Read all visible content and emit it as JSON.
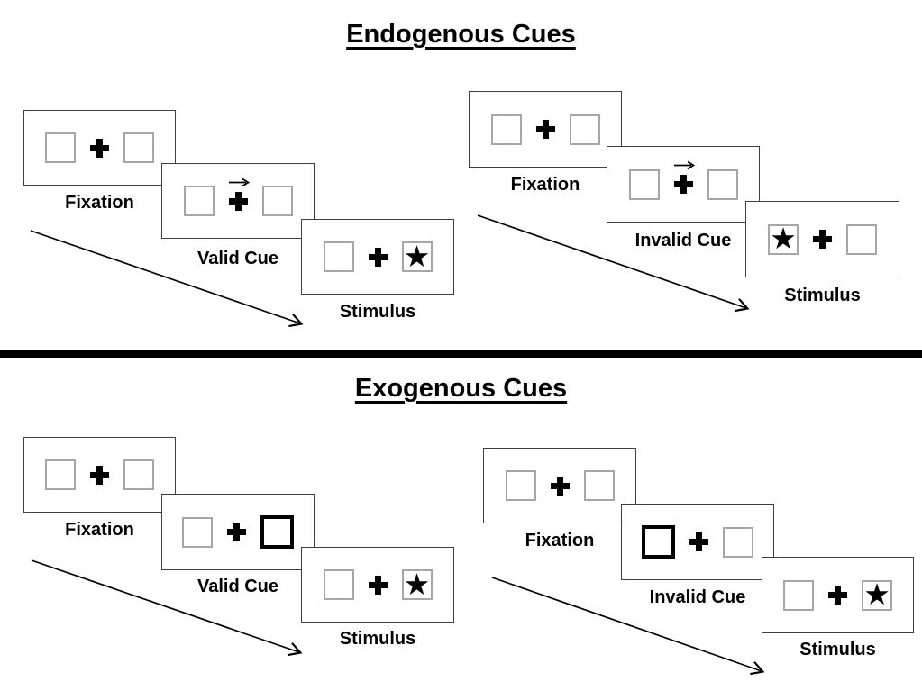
{
  "sections": {
    "endogenous": {
      "title": "Endogenous Cues",
      "valid": {
        "fixation_label": "Fixation",
        "cue_label": "Valid Cue",
        "stimulus_label": "Stimulus",
        "cue_type": "central arrow pointing right",
        "target_side": "right"
      },
      "invalid": {
        "fixation_label": "Fixation",
        "cue_label": "Invalid Cue",
        "stimulus_label": "Stimulus",
        "cue_type": "central arrow pointing right",
        "target_side": "left"
      }
    },
    "exogenous": {
      "title": "Exogenous Cues",
      "valid": {
        "fixation_label": "Fixation",
        "cue_label": "Valid Cue",
        "stimulus_label": "Stimulus",
        "cue_type": "peripheral box highlight",
        "highlight_side": "right",
        "target_side": "right"
      },
      "invalid": {
        "fixation_label": "Fixation",
        "cue_label": "Invalid Cue",
        "stimulus_label": "Stimulus",
        "cue_type": "peripheral box highlight",
        "highlight_side": "left",
        "target_side": "right"
      }
    }
  },
  "glyphs": {
    "star": "★"
  },
  "colors": {
    "background": "#ffffff",
    "panel_border": "#3f3f3f",
    "box_border": "#a6a6a6",
    "highlight_border": "#000000",
    "text": "#000000",
    "divider": "#000000"
  }
}
